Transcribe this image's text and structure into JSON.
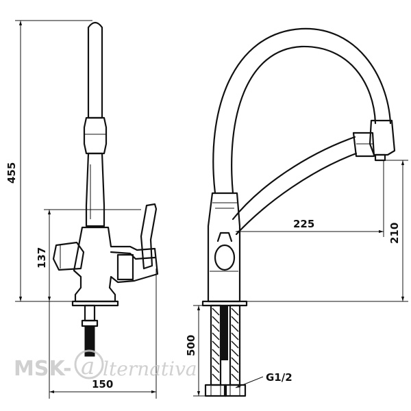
{
  "dimensions": {
    "total_height": "455",
    "body_height": "137",
    "width": "150",
    "reach": "225",
    "spout_height": "210",
    "hose_length": "500",
    "thread": "G1/2"
  },
  "watermark": {
    "prefix": "MSK-",
    "letter": "a",
    "suffix": "lternativa"
  }
}
